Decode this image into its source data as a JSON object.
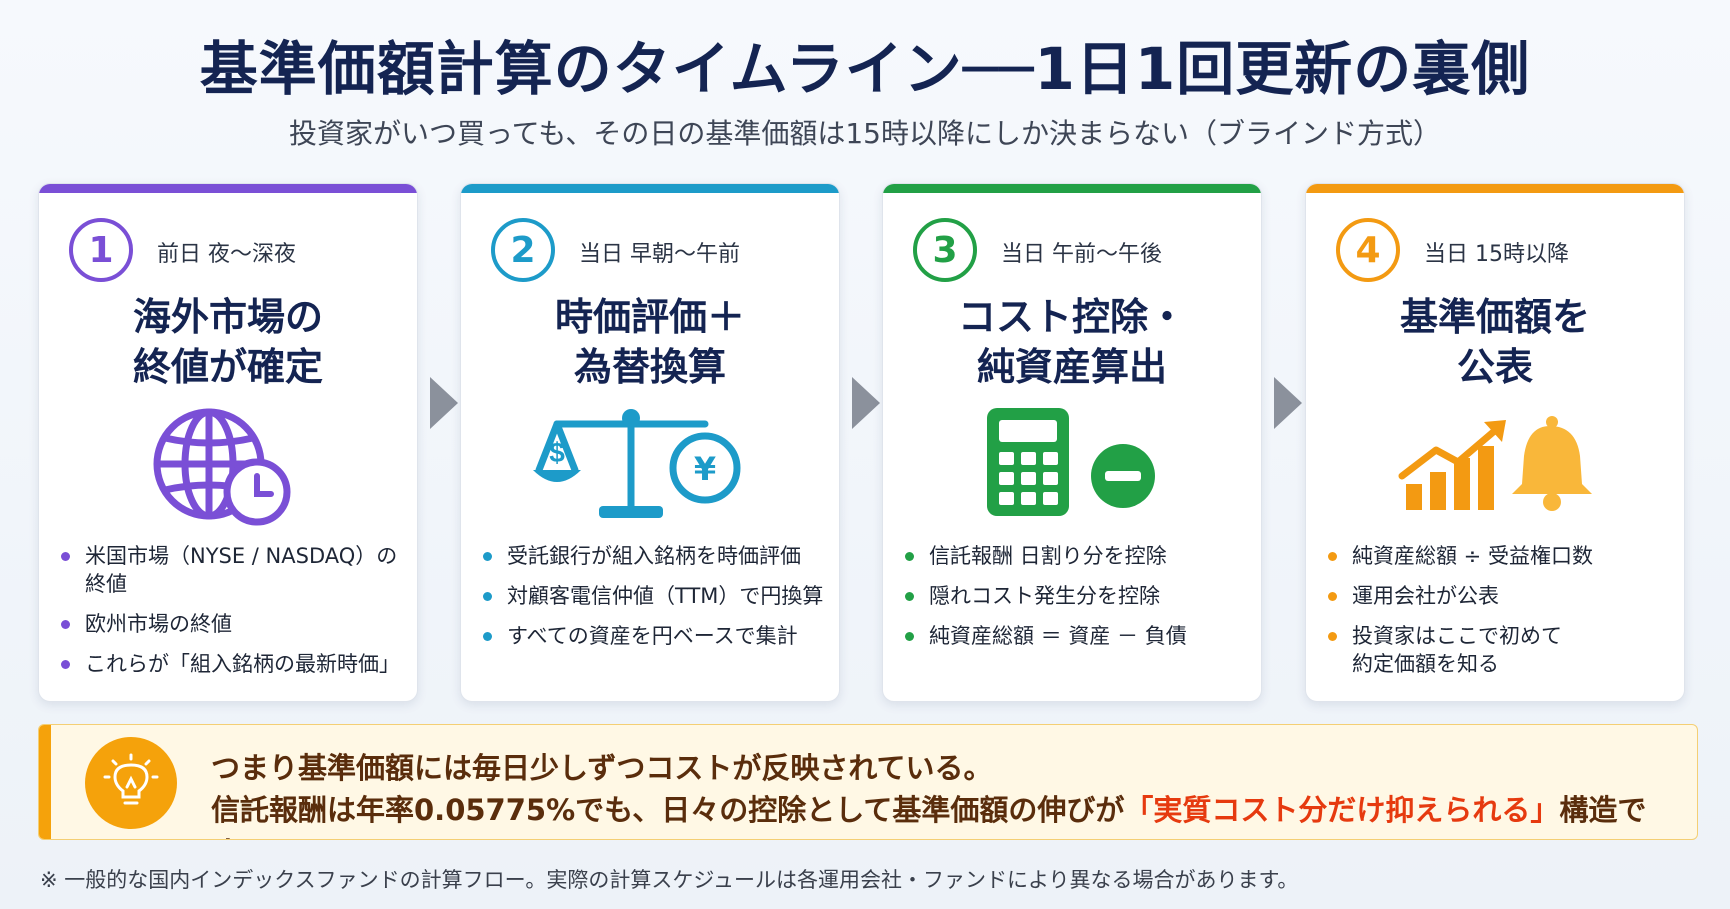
{
  "title": "基準価額計算のタイムライン──1日1回更新の裏側",
  "subtitle": "投資家がいつ買っても、その日の基準価額は15時以降にしか決まらない（ブラインド方式）",
  "steps": [
    {
      "number": "1",
      "when": "前日 夜〜深夜",
      "heading_lines": [
        "海外市場の",
        "終値が確定"
      ],
      "icon": "globe-clock-icon",
      "color": "#7a4fd6",
      "bullets": [
        "米国市場（NYSE / NASDAQ）の終値",
        "欧州市場の終値",
        "これらが「組入銘柄の最新時価」"
      ]
    },
    {
      "number": "2",
      "when": "当日 早朝〜午前",
      "heading_lines": [
        "時価評価＋",
        "為替換算"
      ],
      "icon": "balance-scale-icon",
      "color": "#1d9bc9",
      "bullets": [
        "受託銀行が組入銘柄を時価評価",
        "対顧客電信仲値（TTM）で円換算",
        "すべての資産を円ベースで集計"
      ]
    },
    {
      "number": "3",
      "when": "当日 午前〜午後",
      "heading_lines": [
        "コスト控除・",
        "純資産算出"
      ],
      "icon": "calculator-icon",
      "color": "#22a046",
      "bullets": [
        "信託報酬 日割り分を控除",
        "隠れコスト発生分を控除",
        "純資産総額 ＝ 資産 － 負債"
      ]
    },
    {
      "number": "4",
      "when": "当日 15時以降",
      "heading_lines": [
        "基準価額を",
        "公表"
      ],
      "icon": "bar-chart-bell-icon",
      "color": "#f39a12",
      "bullets": [
        "純資産総額 ÷ 受益権口数",
        "運用会社が公表",
        "投資家はここで初めて\n約定価額を知る"
      ]
    }
  ],
  "summary": {
    "line1": "つまり基準価額には毎日少しずつコストが反映されている。",
    "line2_before": "信託報酬は年率0.05775%でも、日々の控除として基準価額の伸びが",
    "line2_highlight": "「実質コスト分だけ抑えられる」",
    "line2_after": "構造です。",
    "icon": "lightbulb-icon",
    "accent": "#f5a20b",
    "highlight_color": "#e63a0f"
  },
  "footnote": "※ 一般的な国内インデックスファンドの計算フロー。実際の計算スケジュールは各運用会社・ファンドにより異なる場合があります。"
}
